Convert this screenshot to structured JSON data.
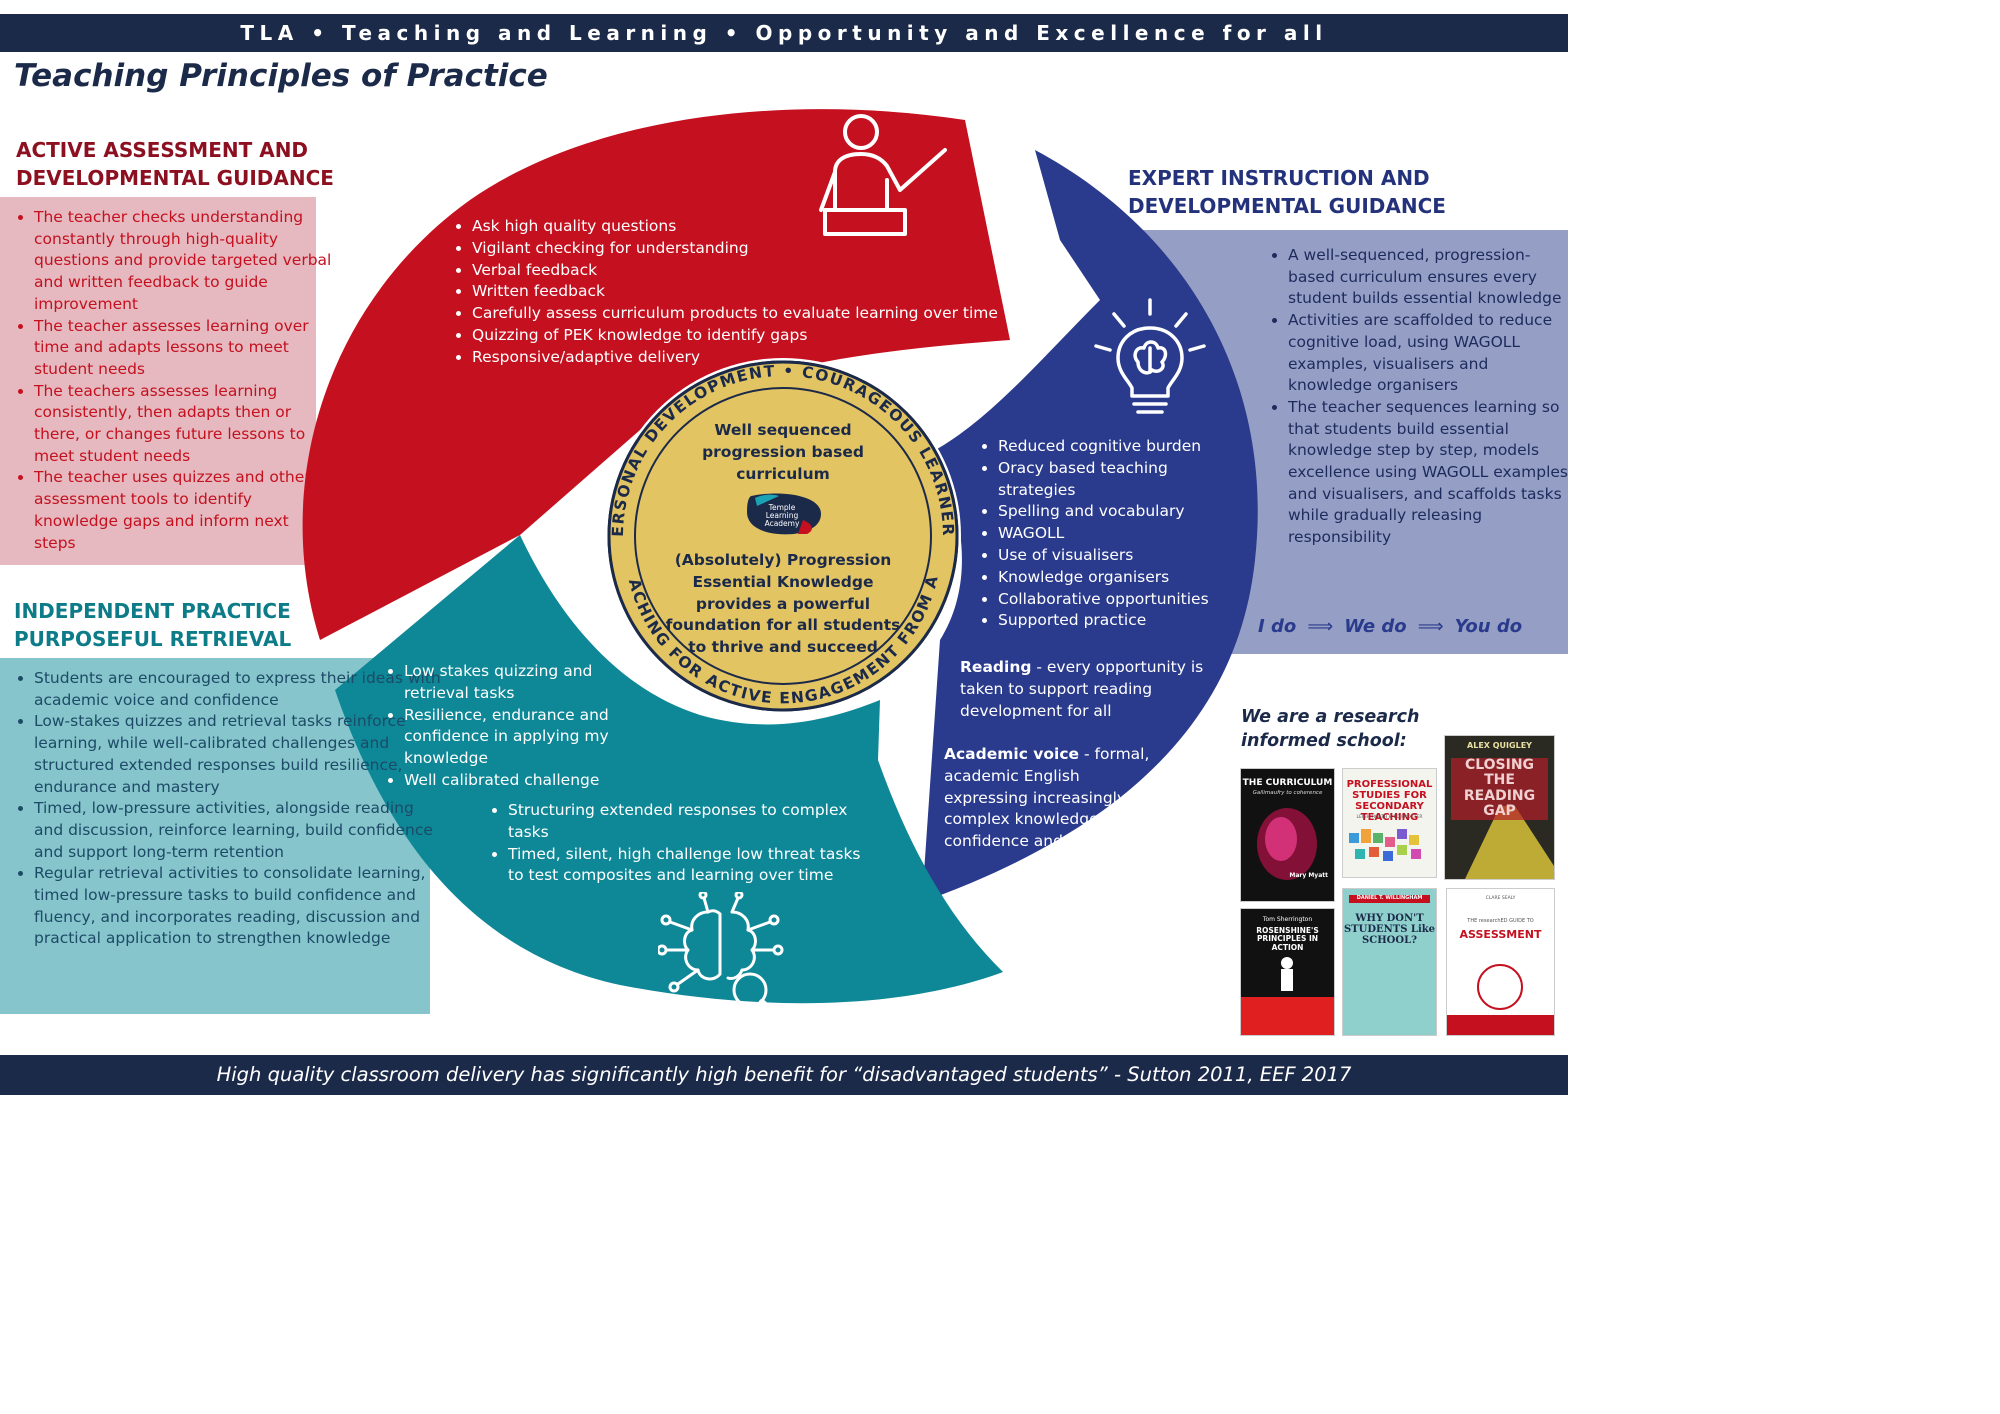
{
  "header": {
    "banner": "TLA • Teaching and Learning • Opportunity and Excellence for all"
  },
  "title": "Teaching Principles of Practice",
  "sections": {
    "assessment": {
      "heading_line1": "ACTIVE ASSESSMENT AND",
      "heading_line2": "DEVELOPMENTAL GUIDANCE",
      "panel_points": [
        "The teacher checks understanding constantly through high-quality questions and provide targeted verbal and written feedback to guide improvement",
        "The teacher assesses learning over time and adapts lessons to meet student needs",
        "The teachers assesses learning consistently, then adapts then or there, or changes future lessons to meet student needs",
        "The teacher uses quizzes and other assessment tools to identify knowledge gaps and inform next steps"
      ],
      "arc_points": [
        "Ask high quality questions",
        "Vigilant checking for understanding",
        "Verbal feedback",
        "Written feedback",
        "Carefully assess curriculum products to evaluate learning over time",
        "Quizzing of PEK knowledge to identify gaps",
        "Responsive/adaptive delivery"
      ],
      "icon": "teacher-pointing-icon"
    },
    "instruction": {
      "heading_line1": "EXPERT INSTRUCTION AND",
      "heading_line2": "DEVELOPMENTAL GUIDANCE",
      "panel_points": [
        "A well-sequenced, progression-based curriculum ensures every student builds essential knowledge",
        "Activities are scaffolded to reduce cognitive load, using WAGOLL examples, visualisers and knowledge organisers",
        "The teacher sequences learning so that students build essential knowledge step by step, models excellence using WAGOLL examples and visualisers, and scaffolds tasks while gradually releasing responsibility"
      ],
      "arc_points": [
        "Reduced cognitive burden",
        "Oracy based teaching strategies",
        "Spelling and vocabulary",
        "WAGOLL",
        "Use of visualisers",
        "Knowledge organisers",
        "Collaborative opportunities",
        "Supported practice"
      ],
      "reading_label": "Reading",
      "reading_text": " - every opportunity is taken to support reading development for all",
      "academic_label": "Academic voice",
      "academic_text": " - formal, academic English expressing increasingly complex knowledge with confidence and fluency",
      "gradual_release": [
        "I do",
        "We do",
        "You do"
      ],
      "icon": "lightbulb-brain-icon"
    },
    "practice": {
      "heading_line1": "INDEPENDENT PRACTICE",
      "heading_line2": "PURPOSEFUL RETRIEVAL",
      "panel_points": [
        "Students are encouraged to express their ideas with academic voice and confidence",
        "Low-stakes quizzes and retrieval tasks reinforce learning, while well-calibrated challenges and structured extended responses build resilience, endurance and mastery",
        "Timed, low-pressure activities, alongside reading and discussion, reinforce learning, build confidence and support long-term retention",
        "Regular retrieval activities to consolidate learning, timed low-pressure tasks to build confidence and fluency, and incorporates reading, discussion and practical application to strengthen knowledge"
      ],
      "arc_points_a": [
        "Low stakes quizzing and retrieval tasks",
        "Resilience, endurance and confidence in applying my knowledge",
        "Well calibrated challenge"
      ],
      "arc_points_b": [
        "Structuring extended responses to complex tasks",
        "Timed, silent, high challenge low threat tasks to test composites and learning over time"
      ],
      "icon": "brain-magnifier-icon"
    }
  },
  "center": {
    "ring_top": "• PERSONAL DEVELOPMENT • COURAGEOUS LEARNERS •",
    "ring_bottom": "COACHING FOR ACTIVE ENGAGEMENT FROM ALL",
    "line1": "Well sequenced",
    "line2": "progression based",
    "line3": "curriculum",
    "logo_text": "Temple Learning Academy",
    "body": [
      "(Absolutely) Progression",
      "Essential Knowledge",
      "provides a powerful",
      "foundation for all students",
      "to thrive and succeed"
    ]
  },
  "research": {
    "heading_line1": "We are a research",
    "heading_line2": "informed school:",
    "books": [
      {
        "title": "THE CURRICULUM",
        "subtitle": "Gallimaufry to coherence",
        "author": "Mary Myatt"
      },
      {
        "title": "PROFESSIONAL STUDIES FOR SECONDARY TEACHING",
        "author": "LEIGH HOATH & ED PROCTER"
      },
      {
        "title": "CLOSING THE READING GAP",
        "author": "ALEX QUIGLEY"
      },
      {
        "title": "ROSENSHINE'S PRINCIPLES IN ACTION",
        "author": "Tom Sherrington"
      },
      {
        "title": "WHY DON'T STUDENTS Like SCHOOL?",
        "author": "DANIEL T. WILLINGHAM"
      },
      {
        "title": "ASSESSMENT",
        "subtitle": "THE researchED GUIDE TO",
        "author": "CLARE SEALY"
      }
    ]
  },
  "footer": {
    "quote": "High quality classroom delivery has significantly high benefit for “disadvantaged students” - Sutton 2011, EEF 2017"
  },
  "colors": {
    "navy": "#1c2a4a",
    "red": "#c4101f",
    "blue": "#2a3a8c",
    "teal": "#0e8797",
    "gold": "#e3c463"
  }
}
